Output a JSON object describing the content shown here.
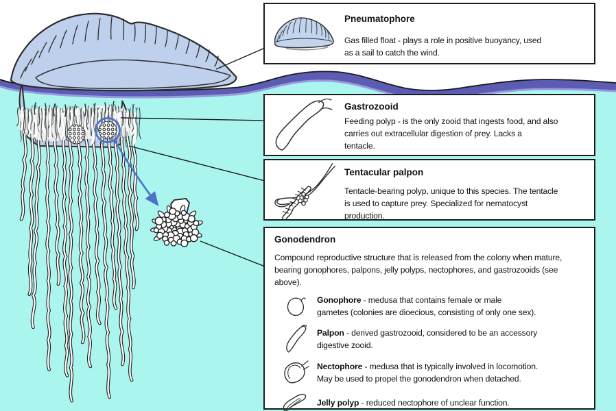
{
  "palette": {
    "water": "#aaf6ee",
    "wave": "#5c5cb5",
    "wave_highlight": "#9a9ade",
    "float_blue": "#bfd0ec",
    "icon_float_blue": "#c3d4ee",
    "accent_blue": "#4a74c8",
    "outline": "#1a1a1a",
    "box_background": "#ffffff"
  },
  "icons": {
    "illustration": "man-o-war-illustration",
    "callout_pneumatophore": "pneumatophore-float-icon",
    "callout_gastrozooid": "gastrozooid-polyp-icon",
    "callout_tentacular_palpon": "tentacular-palpon-icon",
    "gonophore": "gonophore-icon",
    "palpon": "palpon-icon",
    "nectophore": "nectophore-icon",
    "jelly_polyp": "jelly-polyp-icon",
    "highlight": "zoom-circle-icon",
    "arrow": "zoom-arrow-icon"
  },
  "callouts": [
    {
      "title": "Pneumatophore",
      "body": "Gas filled float - plays a role in positive buoyancy, used\nas a sail to catch the wind."
    },
    {
      "title": "Gastrozooid",
      "body": "Feeding polyp - is the only zooid that ingests food, and also\ncarries out extracellular digestion of prey. Lacks a\ntentacle."
    },
    {
      "title": "Tentacular palpon",
      "body": "Tentacle-bearing polyp, unique to this species. The tentacle\nis used to capture prey. Specialized for nematocyst\nproduction."
    },
    {
      "title": "Gonodendron",
      "body": "Compound reproductive structure that is released from the colony when mature,\nbearing gonophores, palpons, jelly polyps, nectophores, and gastrozooids (see\nabove).",
      "items": [
        {
          "term": "Gonophore",
          "desc": " - medusa that contains female or male\ngametes (colonies are dioecious, consisting of only one sex)."
        },
        {
          "term": "Palpon",
          "desc": " - derived gastrozooid, considered to be an accessory\ndigestive zooid."
        },
        {
          "term": "Nectophore",
          "desc": " - medusa that is typically involved in locomotion.\nMay be used to propel the gonodendron when detached."
        },
        {
          "term": "Jelly polyp",
          "desc": " - reduced nectophore of unclear function."
        }
      ]
    }
  ]
}
